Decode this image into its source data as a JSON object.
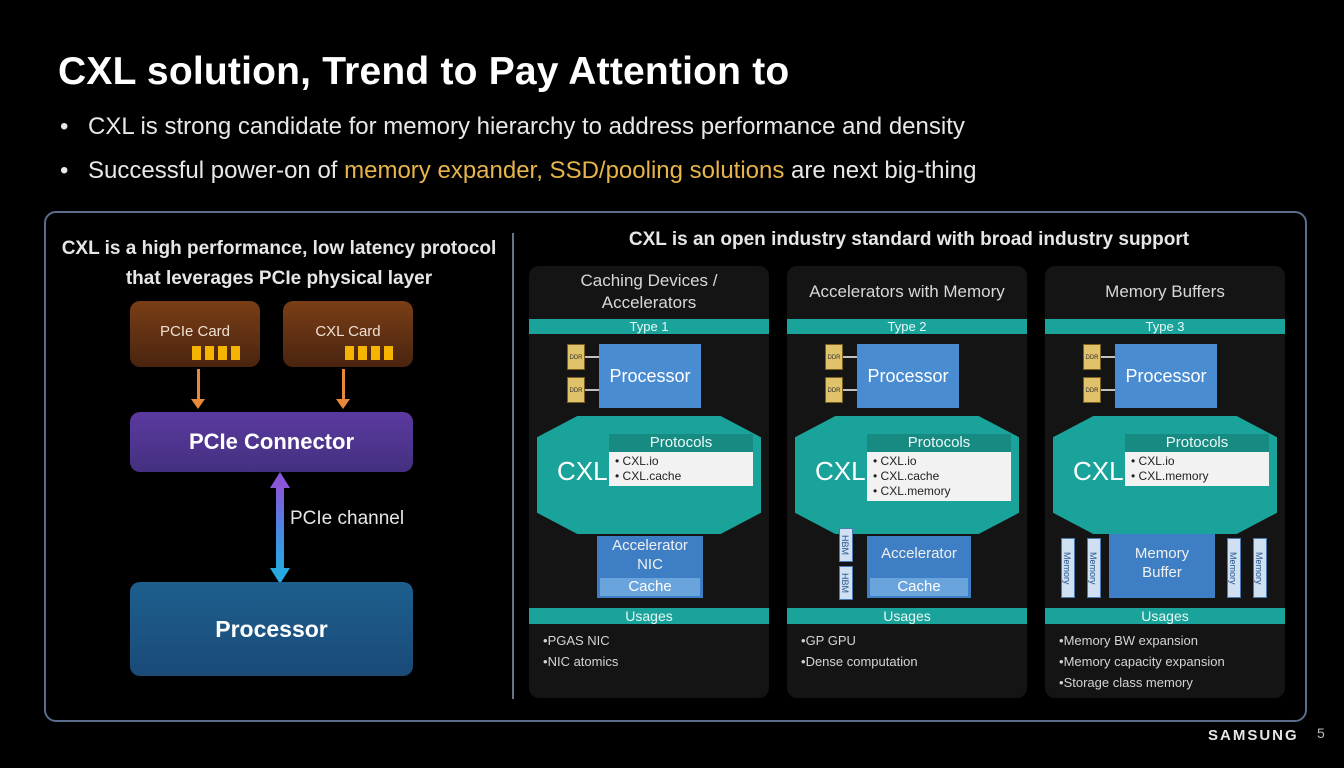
{
  "title": "CXL solution, Trend to Pay Attention to",
  "bullets": [
    {
      "text": "CXL is strong candidate for memory hierarchy to address performance and density"
    },
    {
      "prefix": "Successful power-on of ",
      "highlight": "memory expander, SSD/pooling solutions",
      "suffix": " are next big-thing"
    }
  ],
  "left": {
    "heading_line1": "CXL is a high performance, low latency protocol",
    "heading_line2": "that leverages PCIe physical layer",
    "card1": "PCIe Card",
    "card2": "CXL Card",
    "connector": "PCIe Connector",
    "channel": "PCIe channel",
    "processor": "Processor"
  },
  "right": {
    "heading": "CXL is an open industry standard with broad industry support",
    "panels": [
      {
        "title": "Caching Devices / Accelerators",
        "type": "Type 1",
        "chips": [
          "DDR",
          "DDR"
        ],
        "processor": "Processor",
        "cxl": "CXL",
        "protocols_title": "Protocols",
        "protocols": [
          "CXL.io",
          "CXL.cache"
        ],
        "block_lines": [
          "Accelerator",
          "NIC"
        ],
        "cache": "Cache",
        "usages_title": "Usages",
        "usages": [
          "PGAS NIC",
          "NIC atomics"
        ]
      },
      {
        "title": "Accelerators with Memory",
        "type": "Type 2",
        "chips": [
          "DDR",
          "DDR"
        ],
        "processor": "Processor",
        "cxl": "CXL",
        "protocols_title": "Protocols",
        "protocols": [
          "CXL.io",
          "CXL.cache",
          "CXL.memory"
        ],
        "block_lines": [
          "Accelerator"
        ],
        "cache": "Cache",
        "side_tags": [
          "HBM",
          "HBM"
        ],
        "usages_title": "Usages",
        "usages": [
          "GP GPU",
          "Dense computation"
        ]
      },
      {
        "title": "Memory Buffers",
        "type": "Type 3",
        "chips": [
          "DDR",
          "DDR"
        ],
        "processor": "Processor",
        "cxl": "CXL",
        "protocols_title": "Protocols",
        "protocols": [
          "CXL.io",
          "CXL.memory"
        ],
        "block_lines": [
          "Memory",
          "Buffer"
        ],
        "side_tags": [
          "Memory",
          "Memory",
          "Memory",
          "Memory"
        ],
        "usages_title": "Usages",
        "usages": [
          "Memory BW expansion",
          "Memory capacity expansion",
          "Storage class memory"
        ]
      }
    ]
  },
  "footer": {
    "brand": "SAMSUNG",
    "page": "5"
  },
  "colors": {
    "accent_teal": "#1aa39a",
    "highlight_gold": "#e6b44a",
    "processor_blue": "#4a8cd2",
    "connector_purple": "#5b3aa0"
  }
}
